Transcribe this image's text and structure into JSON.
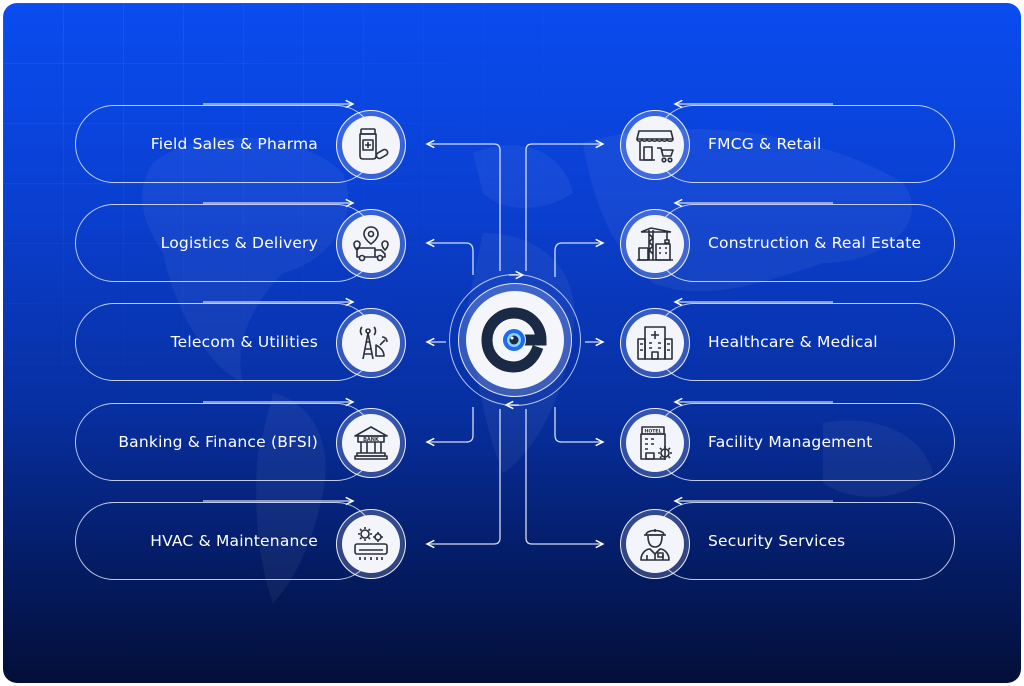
{
  "hub": {
    "logo_icon": "e-eye-logo-icon"
  },
  "colors": {
    "accent": "#0a4cf0",
    "dark": "#1b2a44",
    "icon_stroke": "#2a2f3a",
    "pill_border": "#e1e8ff"
  },
  "industries": {
    "left": [
      {
        "label": "Field Sales & Pharma",
        "icon": "medicine-bottle-icon"
      },
      {
        "label": "Logistics & Delivery",
        "icon": "delivery-truck-map-icon"
      },
      {
        "label": "Telecom & Utilities",
        "icon": "telecom-tower-icon"
      },
      {
        "label": "Banking & Finance (BFSI)",
        "icon": "bank-building-icon"
      },
      {
        "label": "HVAC & Maintenance",
        "icon": "air-conditioner-gear-icon"
      }
    ],
    "right": [
      {
        "label": "FMCG & Retail",
        "icon": "storefront-cart-icon"
      },
      {
        "label": "Construction & Real Estate",
        "icon": "construction-crane-icon"
      },
      {
        "label": "Healthcare & Medical",
        "icon": "hospital-building-icon"
      },
      {
        "label": "Facility Management",
        "icon": "hotel-building-gear-icon"
      },
      {
        "label": "Security Services",
        "icon": "security-guard-icon"
      }
    ]
  }
}
